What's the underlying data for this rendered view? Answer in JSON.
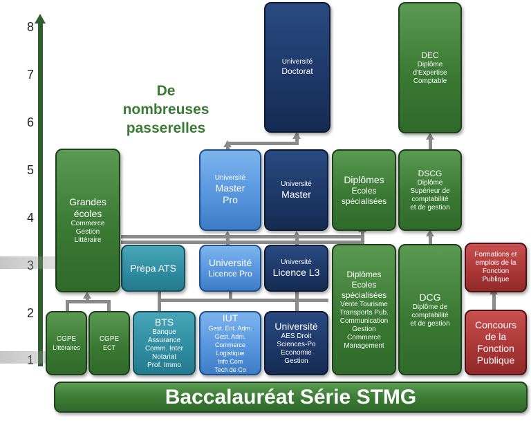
{
  "scale": {
    "ticks": [
      "1",
      "2",
      "3",
      "4",
      "5",
      "6",
      "7",
      "8"
    ]
  },
  "callout": {
    "line1": "De",
    "line2": "nombreuses",
    "line3": "passerelles"
  },
  "boxes": {
    "cgpe_litt": {
      "title": "CGPE",
      "sub": "Littéraires"
    },
    "cgpe_ect": {
      "title": "CGPE",
      "sub": "ECT"
    },
    "grandes_ecoles": {
      "title1": "Grandes",
      "title2": "écoles",
      "lines": [
        "Commerce",
        "Gestion",
        "Littéraire"
      ]
    },
    "prepa_ats": {
      "title": "Prépa ATS"
    },
    "bts": {
      "title": "BTS",
      "lines": [
        "Banque",
        "Assurance",
        "Comm. Inter",
        "Notariat",
        "Prof. Immo"
      ]
    },
    "iut": {
      "title": "IUT",
      "lines": [
        "Gest. Ent. Adm.",
        "Gest. Adm.",
        "Commerce",
        "Logistique",
        "Info Com",
        "Tech de Co"
      ]
    },
    "univ_aes": {
      "title": "Université",
      "lines": [
        "AES Droit",
        "Sciences-Po",
        "Economie",
        "Gestion"
      ]
    },
    "licence_pro": {
      "line1": "Université",
      "line2": "Licence Pro"
    },
    "licence_l3": {
      "small": "Université",
      "title": "Licence L3"
    },
    "master_pro": {
      "small": "Université",
      "line1": "Master",
      "line2": "Pro"
    },
    "master": {
      "small": "Université",
      "title": "Master"
    },
    "doctorat": {
      "small": "Université",
      "title": "Doctorat"
    },
    "ecoles_bottom": {
      "title1": "Diplômes",
      "title2": "Ecoles",
      "title3": "spécialisées",
      "lines": [
        "Vente Tourisme",
        "Transports Pub.",
        "Communication",
        "Gestion",
        "Commerce",
        "Management"
      ]
    },
    "ecoles_top": {
      "line1": "Diplômes",
      "line2": "Ecoles",
      "line3": "spécialisées"
    },
    "dcg": {
      "title": "DCG",
      "lines": [
        "Diplôme de",
        "comptabilité",
        "et de gestion"
      ]
    },
    "dscg": {
      "title": "DSCG",
      "lines": [
        "Diplôme",
        "Supérieur de",
        "comptabilité",
        "et de gestion"
      ]
    },
    "dec": {
      "title": "DEC",
      "lines": [
        "Diplôme",
        "d'Expertise",
        "Comptable"
      ]
    },
    "concours": {
      "lines": [
        "Concours",
        "de la",
        "Fonction",
        "Publique"
      ]
    },
    "formations": {
      "lines": [
        "Formations et",
        "emplois de la",
        "Fonction",
        "Publique"
      ]
    }
  },
  "bac": {
    "label": "Baccalauréat Série STMG"
  }
}
